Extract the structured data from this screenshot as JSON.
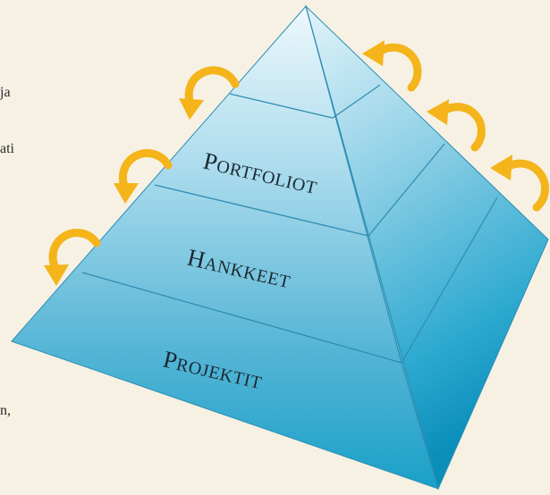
{
  "left_text_fragments": [
    "ja",
    "ati",
    "n,"
  ],
  "pyramid": {
    "levels": [
      {
        "initial": "P",
        "rest": "ORTFOLIOT"
      },
      {
        "initial": "H",
        "rest": "ANKKEET"
      },
      {
        "initial": "P",
        "rest": "ROJEKTIT"
      }
    ]
  },
  "colors": {
    "background": "#f6f1e3",
    "pyramid_light": "#e9f6fb",
    "pyramid_mid": "#7fc9e2",
    "pyramid_dark": "#0e95bf",
    "arrow": "#f4b41a",
    "text": "#1b2a33"
  },
  "icons": [
    "curved-arrow-icon"
  ]
}
